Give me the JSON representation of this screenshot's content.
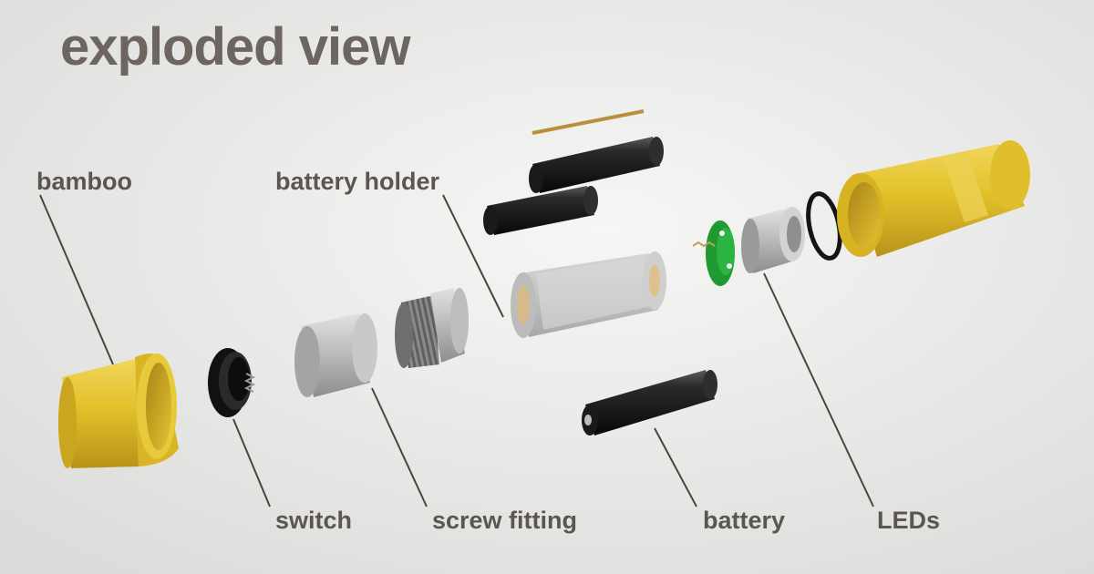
{
  "title": "exploded view",
  "labels": {
    "bamboo": "bamboo",
    "battery_holder": "battery holder",
    "switch": "switch",
    "screw_fitting": "screw fitting",
    "battery": "battery",
    "leds": "LEDs"
  },
  "colors": {
    "background": "#eeeeed",
    "text": "#5b5651",
    "bamboo_yellow": "#e2c12a",
    "battery_black": "#151515",
    "pcb_green": "#1f9a33",
    "metal": "#b7b7b7",
    "leader_line": "#4a4541"
  }
}
